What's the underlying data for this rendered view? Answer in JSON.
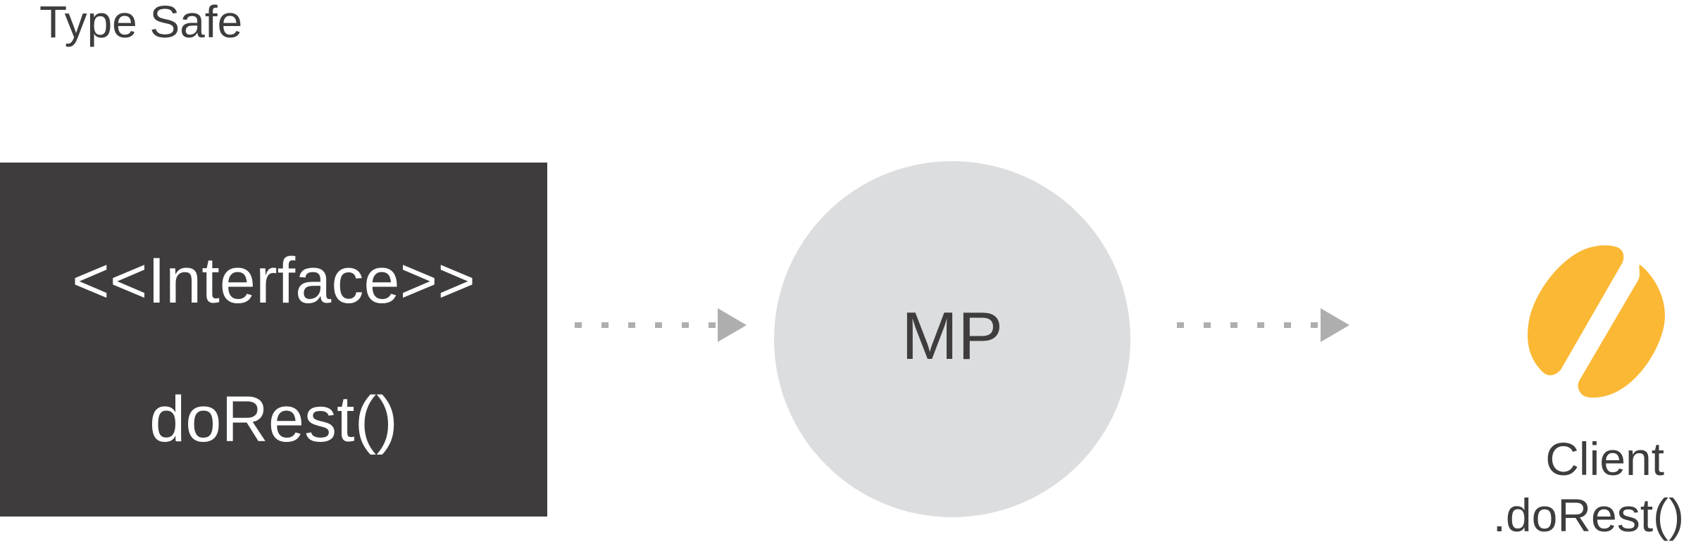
{
  "title": "Type Safe",
  "interface_box": {
    "stereotype": "<<Interface>>",
    "method": "doRest()",
    "fill": "#3e3c3d",
    "text_color": "#ffffff"
  },
  "mp_node": {
    "label": "MP",
    "fill": "#dcdddf",
    "text_color": "#3e3c3d"
  },
  "client_node": {
    "label": "Client",
    "method": ".doRest()",
    "icon": "coffee-bean-icon",
    "icon_color": "#fbb834"
  },
  "connectors": {
    "style": "dotted",
    "color": "#aeaeae",
    "arrowhead": "triangle"
  }
}
